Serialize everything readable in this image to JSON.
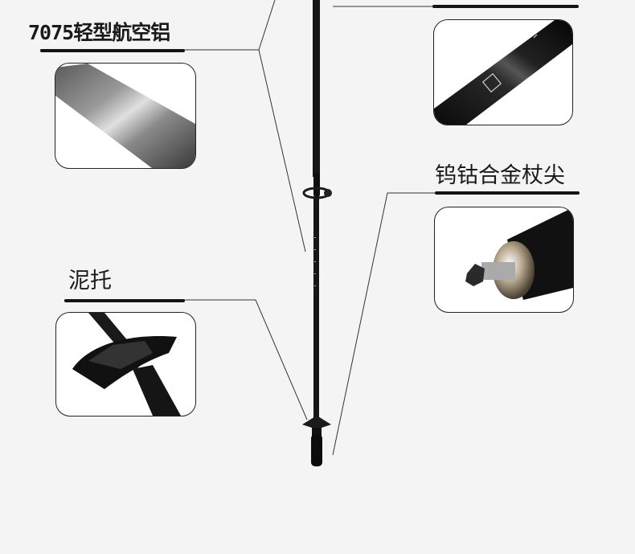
{
  "callouts": {
    "alloy": {
      "text": "7075轻型航空铝",
      "icon": "aluminum-tube-closeup"
    },
    "carbon": {
      "text": "",
      "icon": "carbon-fiber-tube-closeup"
    },
    "tip": {
      "text": "钨钴合金杖尖",
      "icon": "tungsten-carbide-tip-closeup"
    },
    "basket": {
      "text": "泥托",
      "icon": "mud-basket-closeup"
    }
  },
  "colors": {
    "background": "#f4f4f4",
    "pole": "#141414",
    "leader_line": "#333333",
    "underline": "#141414"
  }
}
